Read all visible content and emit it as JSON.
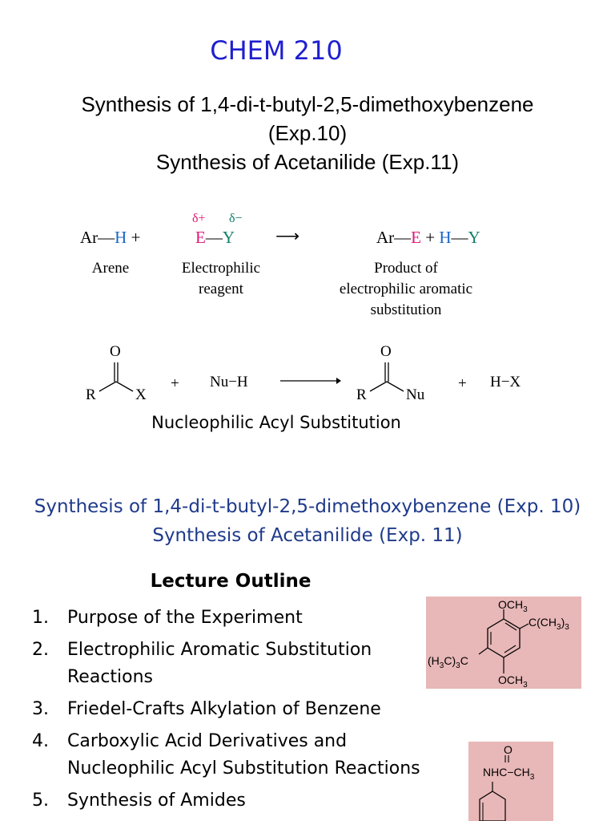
{
  "course": "CHEM 210",
  "title_block": {
    "line1": "Synthesis of 1,4-di-t-butyl-2,5-dimethoxybenzene",
    "line2": "(Exp.10)",
    "line3": "Synthesis of Acetanilide (Exp.11)"
  },
  "eas": {
    "ar1": "Ar",
    "h1": "H",
    "plus1": "+",
    "delta_plus": "δ+",
    "delta_minus": "δ−",
    "e": "E",
    "y": "Y",
    "arrow": "⟶",
    "ar2": "Ar",
    "e2": "E",
    "plus2": "+",
    "h2": "H",
    "y2": "Y",
    "label_arene": "Arene",
    "label_reagent_1": "Electrophilic",
    "label_reagent_2": "reagent",
    "label_product_1": "Product of",
    "label_product_2": "electrophilic aromatic",
    "label_product_3": "substitution"
  },
  "acyl": {
    "o1": "O",
    "r1": "R",
    "x1": "X",
    "plus1": "+",
    "nuh": "Nu−H",
    "o2": "O",
    "r2": "R",
    "nu": "Nu",
    "plus2": "+",
    "hx": "H−X",
    "caption": "Nucleophilic Acyl Substitution"
  },
  "subtitle": {
    "line1": "Synthesis of 1,4-di-t-butyl-2,5-dimethoxybenzene (Exp. 10)",
    "line2": "Synthesis of Acetanilide (Exp. 11)"
  },
  "outline": {
    "heading": "Lecture Outline",
    "items": [
      {
        "num": "1.",
        "line1": "Purpose of the Experiment",
        "line2": ""
      },
      {
        "num": "2.",
        "line1": "Electrophilic Aromatic Substitution",
        "line2": "Reactions"
      },
      {
        "num": "3.",
        "line1": "Friedel-Crafts Alkylation of Benzene",
        "line2": ""
      },
      {
        "num": "4.",
        "line1": "Carboxylic Acid Derivatives and",
        "line2": "Nucleophilic Acyl Substitution Reactions"
      },
      {
        "num": "5.",
        "line1": "Synthesis of Amides",
        "line2": ""
      }
    ]
  },
  "molecule1": {
    "och3_top": "OCH3",
    "tbu_right": "C(CH3)3",
    "tbu_left": "(H3C)3C",
    "och3_bottom": "OCH3",
    "bg_color": "#e8b7b7"
  },
  "molecule2": {
    "o": "O",
    "formula": "NHC−CH3",
    "bg_color": "#e8b7b7"
  },
  "colors": {
    "course": "#1f1fd0",
    "subtitle": "#1f3a8a",
    "electrophile": "#e0187a",
    "hydrogen": "#1a66c8",
    "leaving": "#11806a"
  }
}
